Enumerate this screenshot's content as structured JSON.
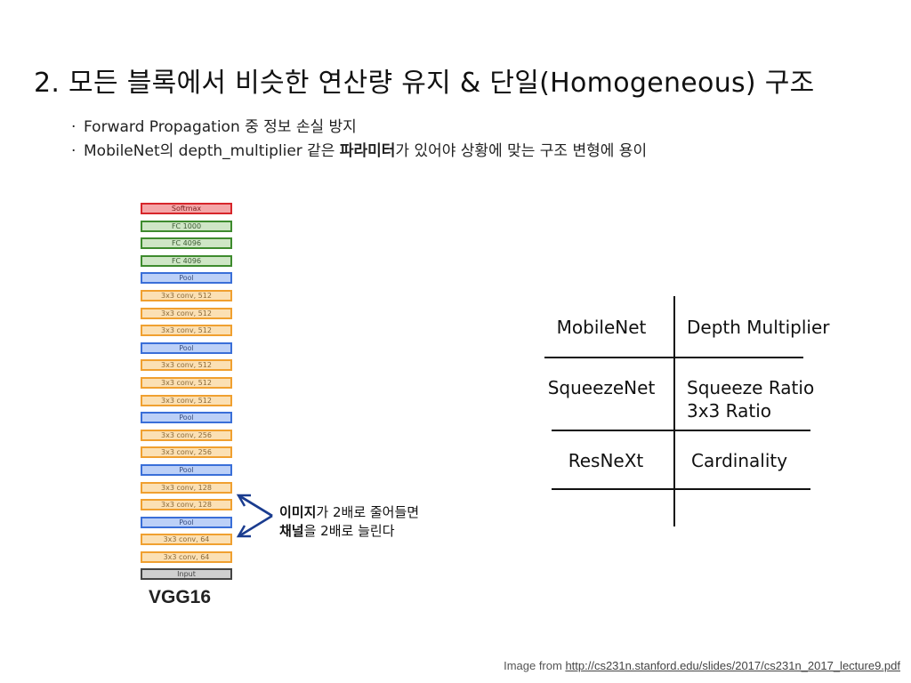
{
  "title": "2. 모든 블록에서 비슷한 연산량 유지 & 단일(Homogeneous) 구조",
  "bullets": {
    "b1": "Forward Propagation 중 정보 손실 방지",
    "b2_pre": "MobileNet의 depth_multiplier  같은 ",
    "b2_bold": "파라미터",
    "b2_post": "가 있어야 상황에 맞는 구조 변형에 용이",
    "marker": "·"
  },
  "vgg": {
    "name": "VGG16",
    "layers": [
      {
        "label": "Softmax",
        "kind": "softmax"
      },
      {
        "label": "FC 1000",
        "kind": "fc"
      },
      {
        "label": "FC 4096",
        "kind": "fc"
      },
      {
        "label": "FC 4096",
        "kind": "fc"
      },
      {
        "label": "Pool",
        "kind": "pool"
      },
      {
        "label": "3x3 conv, 512",
        "kind": "conv"
      },
      {
        "label": "3x3 conv, 512",
        "kind": "conv"
      },
      {
        "label": "3x3 conv, 512",
        "kind": "conv"
      },
      {
        "label": "Pool",
        "kind": "pool"
      },
      {
        "label": "3x3 conv, 512",
        "kind": "conv"
      },
      {
        "label": "3x3 conv, 512",
        "kind": "conv"
      },
      {
        "label": "3x3 conv, 512",
        "kind": "conv"
      },
      {
        "label": "Pool",
        "kind": "pool"
      },
      {
        "label": "3x3 conv, 256",
        "kind": "conv"
      },
      {
        "label": "3x3 conv, 256",
        "kind": "conv"
      },
      {
        "label": "Pool",
        "kind": "pool"
      },
      {
        "label": "3x3 conv, 128",
        "kind": "conv"
      },
      {
        "label": "3x3 conv, 128",
        "kind": "conv"
      },
      {
        "label": "Pool",
        "kind": "pool"
      },
      {
        "label": "3x3 conv, 64",
        "kind": "conv"
      },
      {
        "label": "3x3 conv, 64",
        "kind": "conv"
      },
      {
        "label": "Input",
        "kind": "input"
      }
    ]
  },
  "annotation": {
    "line1_bold": "이미지",
    "line1_rest": "가 2배로 줄어들면",
    "line2_bold": "채널",
    "line2_rest": "을 2배로 늘린다"
  },
  "comparison": [
    {
      "model": "MobileNet",
      "param_lines": [
        "Depth Multiplier"
      ]
    },
    {
      "model": "SqueezeNet",
      "param_lines": [
        "Squeeze Ratio",
        "3x3 Ratio"
      ]
    },
    {
      "model": "ResNeXt",
      "param_lines": [
        "Cardinality"
      ]
    }
  ],
  "caption": {
    "prefix": "Image from ",
    "link": "http://cs231n.stanford.edu/slides/2017/cs231n_2017_lecture9.pdf"
  }
}
